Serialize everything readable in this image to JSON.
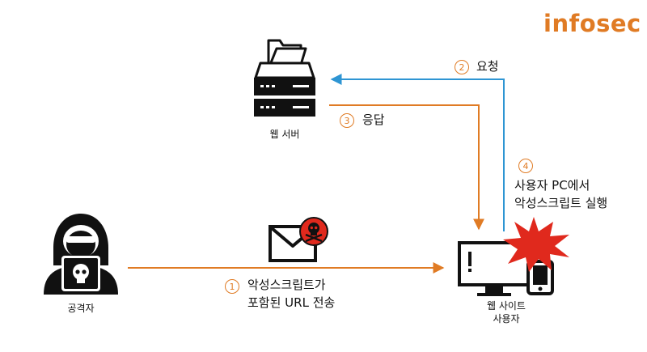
{
  "brand": {
    "logo_text": "infosec"
  },
  "nodes": {
    "web_server": {
      "label": "웹 서버"
    },
    "attacker": {
      "label": "공격자"
    },
    "website_user": {
      "label_line1": "웹 사이트",
      "label_line2": "사용자"
    }
  },
  "steps": [
    {
      "number": "1",
      "line1": "악성스크립트가",
      "line2": "포함된 URL 전송"
    },
    {
      "number": "2",
      "line1": "요청"
    },
    {
      "number": "3",
      "line1": "응답"
    },
    {
      "number": "4",
      "line1": "사용자 PC에서",
      "line2": "악성스크립트 실행"
    }
  ],
  "colors": {
    "orange": "#e07b24",
    "blue": "#2e95d3",
    "icon": "#111111",
    "danger": "#e0291d"
  }
}
